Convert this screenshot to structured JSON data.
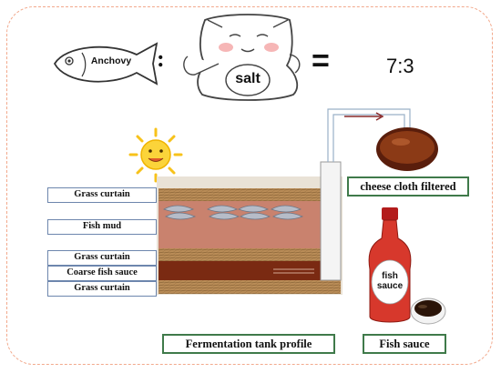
{
  "equation": {
    "fish_label": "Anchovy",
    "separator": ":",
    "salt_label": "salt",
    "equals": "=",
    "ratio": "7:3"
  },
  "tank_layers": [
    "Grass curtain",
    "Fish mud",
    "Grass curtain",
    "Coarse fish sauce",
    "Grass curtain"
  ],
  "filter_label": "cheese cloth filtered",
  "bottle_label": "fish sauce",
  "captions": {
    "tank": "Fermentation tank profile",
    "product": "Fish sauce"
  },
  "colors": {
    "frame_border": "#f2a98c",
    "layer_box_border": "#6d86ad",
    "caption_border": "#3f7a4a",
    "grass": "#b98c57",
    "fish_mud": "#c9826e",
    "sauce": "#7a2a12",
    "sun": "#f7c21a"
  }
}
